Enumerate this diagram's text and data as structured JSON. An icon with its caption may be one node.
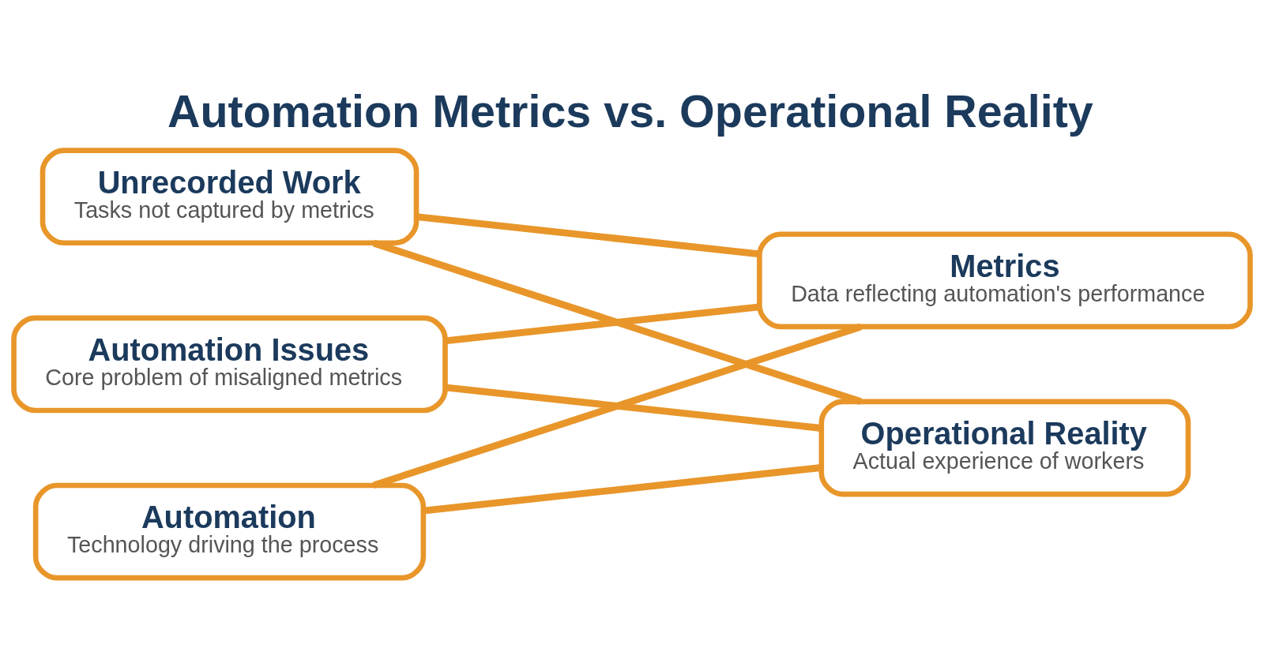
{
  "diagram": {
    "title": "Automation Metrics vs. Operational Reality",
    "nodes": [
      {
        "text": [
          "Unrecorded Work",
          "Tasks not captured by metrics"
        ]
      },
      {
        "text": [
          "Automation Issues",
          "Core problem of misaligned metrics"
        ]
      },
      {
        "text": [
          "Automation",
          "Technology driving the process"
        ]
      },
      {
        "text": [
          "Metrics",
          "Data reflecting automation's performance"
        ]
      },
      {
        "text": [
          "Operational Reality",
          "Actual experience of workers"
        ]
      }
    ],
    "edges": [
      {
        "from": 0,
        "to": 3,
        "arrow": "none"
      },
      {
        "from": 0,
        "to": 4,
        "arrow": "none"
      },
      {
        "from": 1,
        "to": 3,
        "arrow": "none"
      },
      {
        "from": 1,
        "to": 4,
        "arrow": "none"
      },
      {
        "from": 2,
        "to": 3,
        "arrow": "none"
      },
      {
        "from": 2,
        "to": 4,
        "arrow": "none"
      }
    ]
  }
}
